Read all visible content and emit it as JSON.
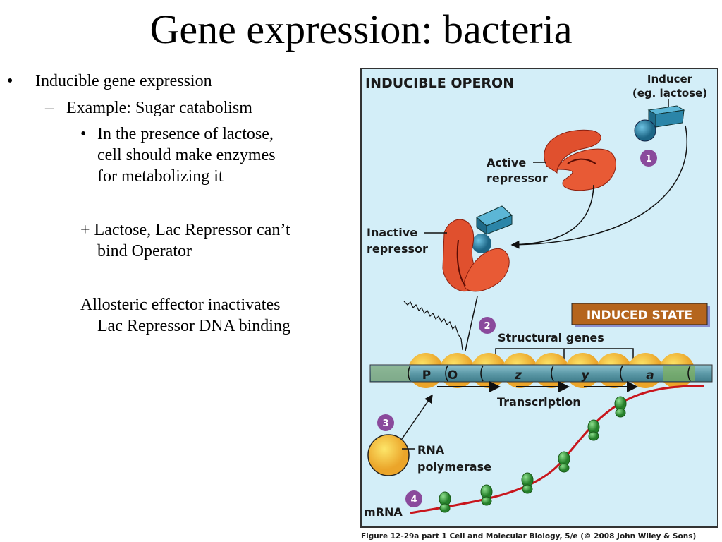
{
  "title": "Gene expression: bacteria",
  "bullets": {
    "l1_marker": "•",
    "l1": "Inducible gene expression",
    "l2_marker": "–",
    "l2": "Example: Sugar catabolism",
    "l3_marker": "•",
    "l3_lines": [
      "In the presence of lactose,",
      "cell should make enzymes",
      "for metabolizing it"
    ],
    "p1_lines": [
      "+ Lactose, Lac Repressor can’t",
      "bind Operator"
    ],
    "p2_lines": [
      "Allosteric effector inactivates",
      "Lac Repressor DNA binding"
    ]
  },
  "figure": {
    "heading": "INDUCIBLE OPERON",
    "inducer": [
      "Inducer",
      "(eg. lactose)"
    ],
    "active_repressor": [
      "Active",
      "repressor"
    ],
    "inactive_repressor": [
      "Inactive",
      "repressor"
    ],
    "induced_state": "INDUCED STATE",
    "structural_genes": "Structural genes",
    "genes": {
      "p": "P",
      "o": "O",
      "z": "z",
      "y": "y",
      "a": "a"
    },
    "transcription": "Transcription",
    "rna_polymerase": [
      "RNA",
      "polymerase"
    ],
    "mrna": "mRNA",
    "steps": [
      "1",
      "2",
      "3",
      "4"
    ],
    "caption": "Figure 12-29a part 1  Cell and Molecular Biology, 5/e (© 2008 John Wiley & Sons)",
    "colors": {
      "background": "#d3eef8",
      "repressor": "#e0502e",
      "inducer": "#2a7a98",
      "polymerase": "#f2b233",
      "badge": "#8a4a9c",
      "state": "#b5651d",
      "mrna": "#c8161d",
      "ribosome": "#3a9a3a"
    }
  }
}
